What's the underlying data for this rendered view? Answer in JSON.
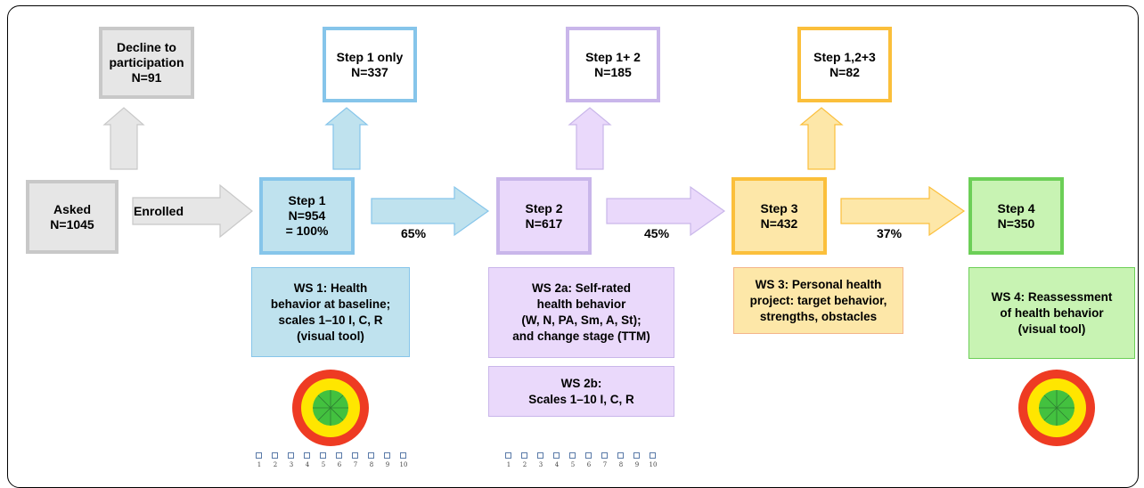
{
  "boxes": {
    "asked": "Asked\nN=1045",
    "decline": "Decline to\nparticipation\nN=91",
    "step1": "Step 1\nN=954\n= 100%",
    "step1_only": "Step 1 only\nN=337",
    "step2": "Step 2\nN=617",
    "step12": "Step 1+ 2\nN=185",
    "step3": "Step 3\nN=432",
    "step123": "Step 1,2+3\nN=82",
    "step4": "Step 4\nN=350"
  },
  "arrow_labels": {
    "enrolled": "Enrolled",
    "pct1": "65%",
    "pct2": "45%",
    "pct3": "37%"
  },
  "ws": {
    "ws1": "WS 1: Health\nbehavior at baseline;\nscales 1–10  I, C, R\n(visual tool)",
    "ws2a": "WS 2a: Self-rated\nhealth behavior\n(W, N, PA, Sm, A, St);\nand change stage (TTM)",
    "ws2b": "WS 2b:\nScales 1–10 I, C, R",
    "ws3": "WS 3: Personal health\nproject: target behavior,\nstrengths, obstacles",
    "ws4": "WS 4: Reassessment\nof health behavior\n(visual tool)"
  },
  "scale_numbers": [
    "1",
    "2",
    "3",
    "4",
    "5",
    "6",
    "7",
    "8",
    "9",
    "10"
  ],
  "colors": {
    "gray": "#c8c8c8",
    "blue": "#86c5ea",
    "blue_fill": "#bfe2ee",
    "purple": "#c9b6ea",
    "purple_fill": "#ead9fb",
    "orange": "#fbbf3b",
    "orange_fill": "#fde7a8",
    "green": "#6ccf57",
    "green_fill": "#c8f3b3"
  }
}
